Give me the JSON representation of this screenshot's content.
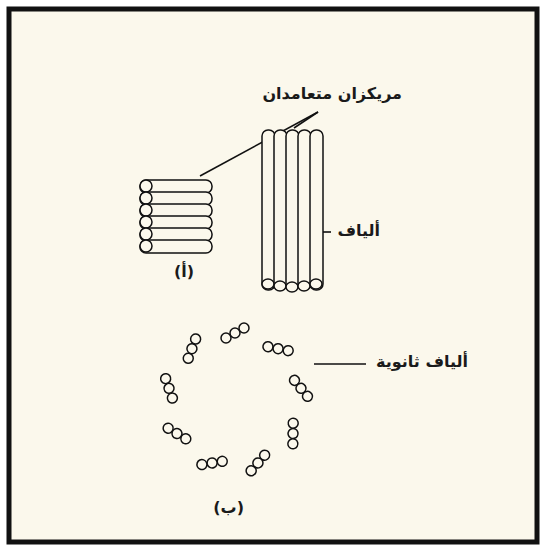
{
  "diagram": {
    "labels": [
      "مريكزان متعامدان",
      "ألياف",
      "(أ)",
      "ألياف ثانوية",
      "(ب)"
    ]
  }
}
